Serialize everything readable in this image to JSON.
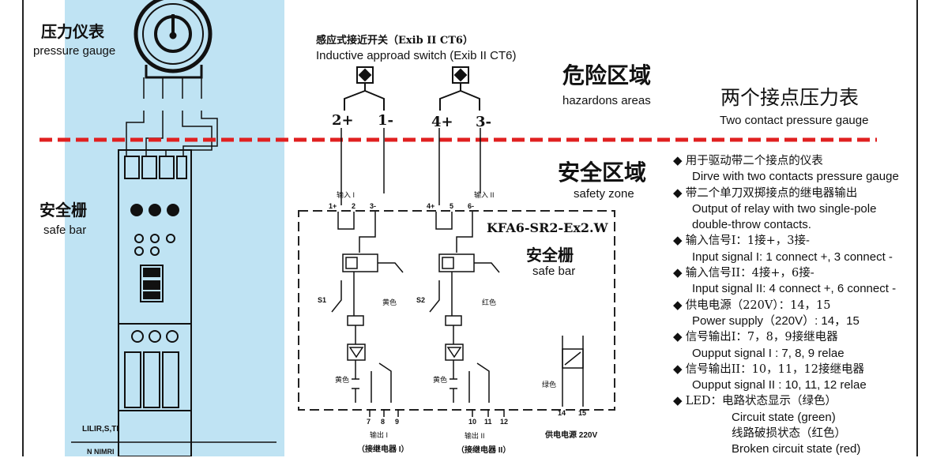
{
  "left_panel": {
    "gauge_cn": "压力仪表",
    "gauge_en": "pressure gauge",
    "safebar_cn": "安全栅",
    "safebar_en": "safe bar",
    "device_label": "LILIR,S,TI",
    "bottom_label": "N NIMRI"
  },
  "switch": {
    "title_cn": "感应式接近开关（Exib II CT6）",
    "title_en": "Inductive approad switch (Exib II CT6)",
    "terminals": [
      "2+",
      "1-",
      "4+",
      "3-"
    ]
  },
  "zones": {
    "hazard_cn": "危险区域",
    "hazard_en": "hazardons areas",
    "safe_cn": "安全区域",
    "safe_en": "safety zone"
  },
  "gauge_title": {
    "cn": "两个接点压力表",
    "en": "Two contact pressure gauge"
  },
  "module": {
    "model": "KFA6-SR2-Ex2.W",
    "cn": "安全栅",
    "en": "safe bar",
    "input1": "输入 I",
    "input2": "输入 II",
    "top_terms_1": [
      "1+",
      "2",
      "3-"
    ],
    "top_terms_2": [
      "4+",
      "5",
      "6-"
    ],
    "bottom_terms_1": [
      "7",
      "8",
      "9"
    ],
    "bottom_terms_2": [
      "10",
      "11",
      "12"
    ],
    "power_terms": [
      "14",
      "15"
    ],
    "out1": "输出 I",
    "out1_sub": "（接继电器 I）",
    "out2": "输出 II",
    "out2_sub": "（接继电器 II）",
    "power_label": "供电电源 220V",
    "color_yellow": "黄色",
    "color_red": "红色",
    "color_green": "绿色",
    "s1": "S1",
    "s2": "S2"
  },
  "notes": [
    {
      "bullet": true,
      "cn": "用于驱动带二个接点的仪表",
      "en": "Dirve with two contacts pressure gauge"
    },
    {
      "bullet": true,
      "cn": "带二个单刀双掷接点的继电器输出",
      "en": "Output of relay with two single-pole",
      "en2": "double-throw contacts."
    },
    {
      "bullet": true,
      "cn": "输入信号I：1接+，3接-",
      "en": "Input signal I: 1 connect +, 3 connect -"
    },
    {
      "bullet": true,
      "cn": "输入信号II：4接+，6接-",
      "en": "Input signal II: 4 connect +, 6 connect -"
    },
    {
      "bullet": true,
      "cn": "供电电源（220V）：14，15",
      "en": "Power supply（220V）: 14，15"
    },
    {
      "bullet": true,
      "cn": "信号输出I：7，8，9接继电器",
      "en": "Oupput signal I : 7, 8, 9 relae"
    },
    {
      "bullet": true,
      "cn": "信号输出II：10，11，12接继电器",
      "en": "Oupput signal II : 10, 11, 12 relae"
    }
  ],
  "led": {
    "label": "LED：电路状态显示（绿色）",
    "line1": "Circuit state (green)",
    "line2": "线路破损状态（红色）",
    "line3": "Broken circuit state (red)"
  },
  "colors": {
    "blue_band": "#bfe3f3",
    "red_dash": "#e02020",
    "ink": "#111111"
  }
}
